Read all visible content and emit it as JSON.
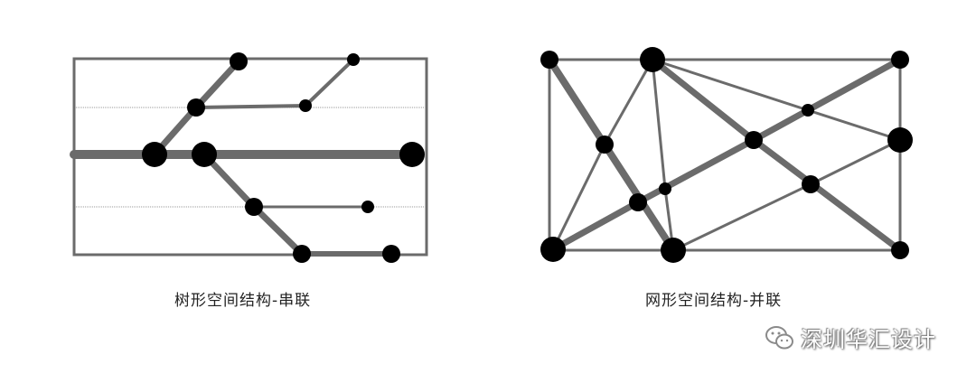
{
  "diagrams": [
    {
      "id": "tree",
      "caption": "树形空间结构-串联"
    },
    {
      "id": "mesh",
      "caption": "网形空间结构-并联"
    }
  ],
  "watermark": {
    "text": "深圳华汇设计",
    "icon": "wechat-icon"
  },
  "colors": {
    "frame": "#6b6b6b",
    "edge": "#6b6b6b",
    "node": "#000000",
    "guide": "#9a9a9a"
  }
}
